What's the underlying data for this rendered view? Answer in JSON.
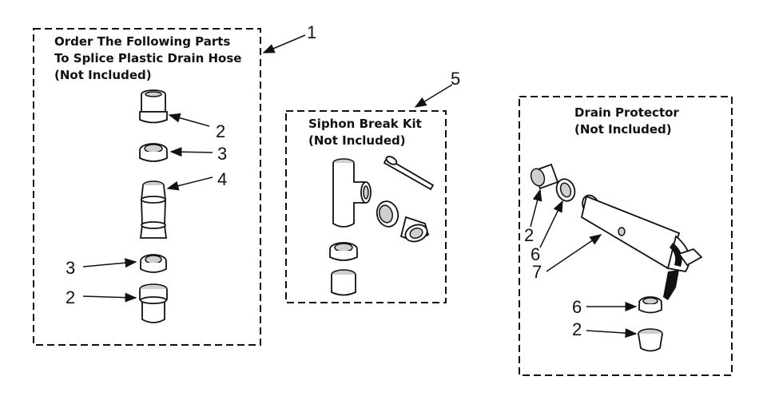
{
  "panels": {
    "splice": {
      "title_lines": [
        "Order The Following Parts",
        "To Splice Plastic Drain Hose",
        "(Not Included)"
      ]
    },
    "siphon": {
      "title_lines": [
        "Siphon Break Kit",
        "(Not Included)"
      ]
    },
    "protector": {
      "title_lines": [
        "Drain Protector",
        "(Not Included)"
      ]
    }
  },
  "callouts": {
    "c1": "1",
    "c5": "5",
    "splice_a": "2",
    "splice_b": "3",
    "splice_c": "4",
    "splice_d": "3",
    "splice_e": "2",
    "prot_a": "2",
    "prot_b": "6",
    "prot_c": "7",
    "prot_d": "6",
    "prot_e": "2"
  }
}
